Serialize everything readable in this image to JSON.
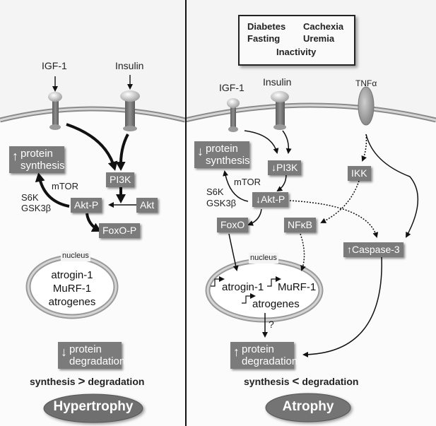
{
  "left_panel": {
    "ligands": [
      "IGF-1",
      "Insulin"
    ],
    "protein_synthesis": {
      "direction": "up",
      "arrow": "↑",
      "line1": "protein",
      "line2": "synthesis"
    },
    "pi3k": "PI3K",
    "akt": "Akt",
    "akt_p": "Akt-P",
    "foxo_p": "FoxO-P",
    "mtor": "mTOR",
    "s6k": "S6K",
    "gsk": "GSK3β",
    "nucleus_label": "nucleus",
    "nucleus_genes": [
      "atrogin-1",
      "MuRF-1",
      "atrogenes"
    ],
    "protein_degradation": {
      "direction": "down",
      "arrow": "↓",
      "line1": "protein",
      "line2": "degradation"
    },
    "balance": {
      "left": "synthesis",
      "op": ">",
      "right": "degradation"
    },
    "outcome": "Hypertrophy"
  },
  "right_panel": {
    "conditions": [
      "Diabetes",
      "Cachexia",
      "Fasting",
      "Uremia",
      "Inactivity"
    ],
    "ligands": [
      "IGF-1",
      "Insulin",
      "TNFα"
    ],
    "protein_synthesis": {
      "direction": "down",
      "arrow": "↓",
      "line1": "protein",
      "line2": "synthesis"
    },
    "pi3k": "↓PI3K",
    "akt_p": "↓Akt-P",
    "mtor": "mTOR",
    "s6k": "S6K",
    "gsk": "GSK3β",
    "foxo": "FoxO",
    "ikk": "IKK",
    "nfkb": "NFκB",
    "caspase": "↑Caspase-3",
    "nucleus_label": "nucleus",
    "genes": [
      "atrogin-1",
      "MuRF-1",
      "atrogenes"
    ],
    "question": "?",
    "protein_degradation": {
      "direction": "up",
      "arrow": "↑",
      "line1": "protein",
      "line2": "degradation"
    },
    "balance": {
      "left": "synthesis",
      "op": "<",
      "right": "degradation"
    },
    "outcome": "Atrophy"
  }
}
